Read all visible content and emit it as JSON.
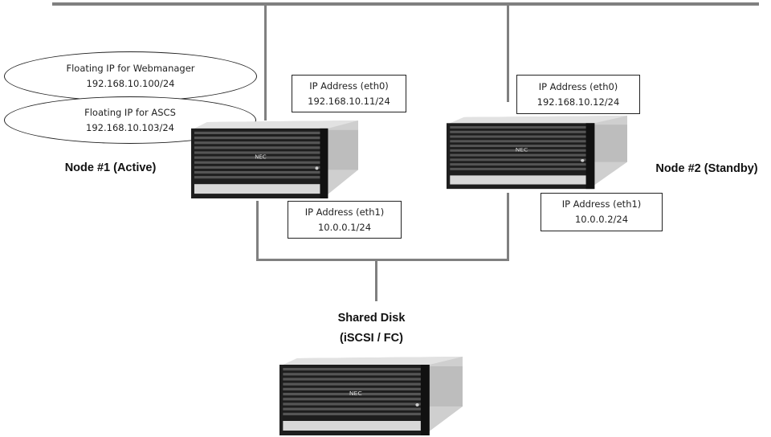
{
  "floating_ips": [
    {
      "title": "Floating IP for Webmanager",
      "address": "192.168.10.100/24"
    },
    {
      "title": "Floating IP for ASCS",
      "address": "192.168.10.103/24"
    }
  ],
  "node1": {
    "label": "Node #1 (Active)",
    "eth0": {
      "title": "IP Address (eth0)",
      "address": "192.168.10.11/24"
    },
    "eth1": {
      "title": "IP Address (eth1)",
      "address": "10.0.0.1/24"
    }
  },
  "node2": {
    "label": "Node #2 (Standby)",
    "eth0": {
      "title": "IP Address (eth0)",
      "address": "192.168.10.12/24"
    },
    "eth1": {
      "title": "IP Address (eth1)",
      "address": "10.0.0.2/24"
    }
  },
  "shared_disk": {
    "line1": "Shared Disk",
    "line2": "(iSCSI / FC)"
  },
  "server_logo": "NEC",
  "colors": {
    "line": "#808080",
    "border": "#222222"
  }
}
